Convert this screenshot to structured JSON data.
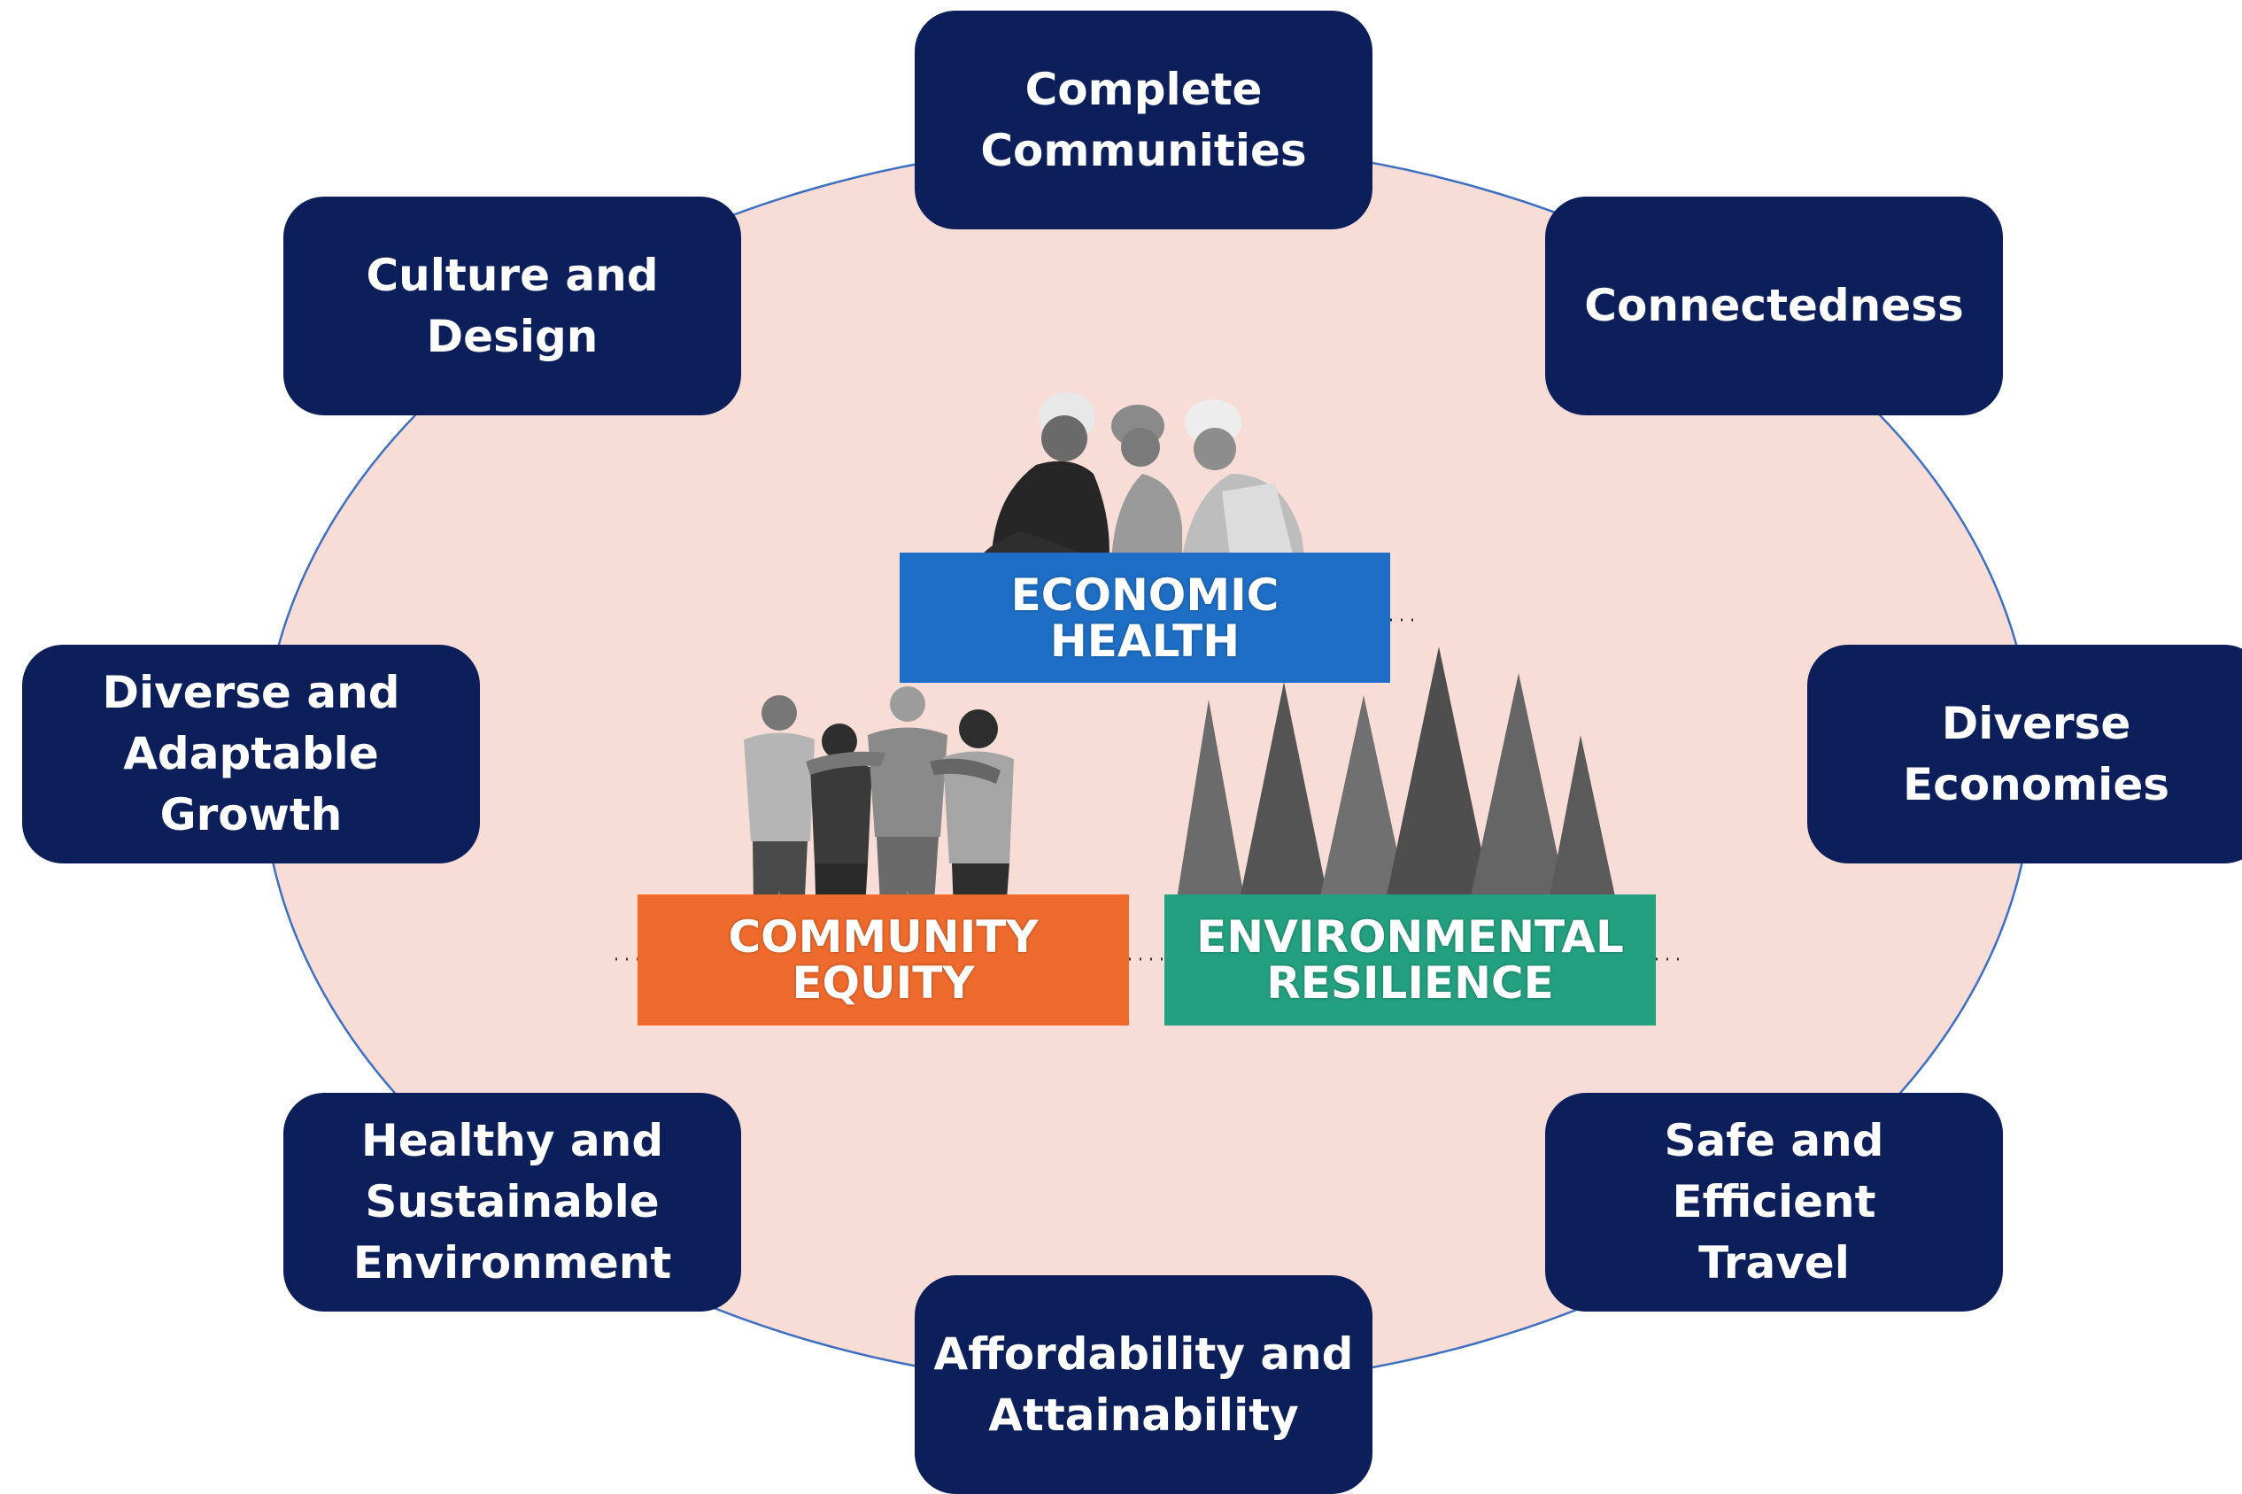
{
  "diagram": {
    "colors": {
      "node_fill": "#0c1f5b",
      "node_text": "#ffffff",
      "ellipse_fill": "#f7ddd6",
      "ellipse_stroke": "#3d6fc2",
      "economic": "#1d6ec4",
      "equity": "#ee6a2d",
      "environment": "#23a07f"
    },
    "nodes": {
      "complete_communities": "Complete\nCommunities",
      "connectedness": "Connectedness",
      "diverse_economies": "Diverse\nEconomies",
      "safe_efficient_travel": "Safe and Efficient\nTravel",
      "affordability": "Affordability and\nAttainability",
      "healthy_environment": "Healthy and\nSustainable\nEnvironment",
      "diverse_growth": "Diverse and\nAdaptable\nGrowth",
      "culture_design": "Culture and\nDesign"
    },
    "pillars": {
      "economic": "ECONOMIC\nHEALTH",
      "equity": "COMMUNITY\nEQUITY",
      "environment": "ENVIRONMENTAL\nRESILIENCE"
    },
    "icons": {
      "economic_photo": "workers-hardhats-photo",
      "equity_photo": "people-walking-together-photo",
      "environment_photo": "evergreen-trees-photo"
    }
  }
}
